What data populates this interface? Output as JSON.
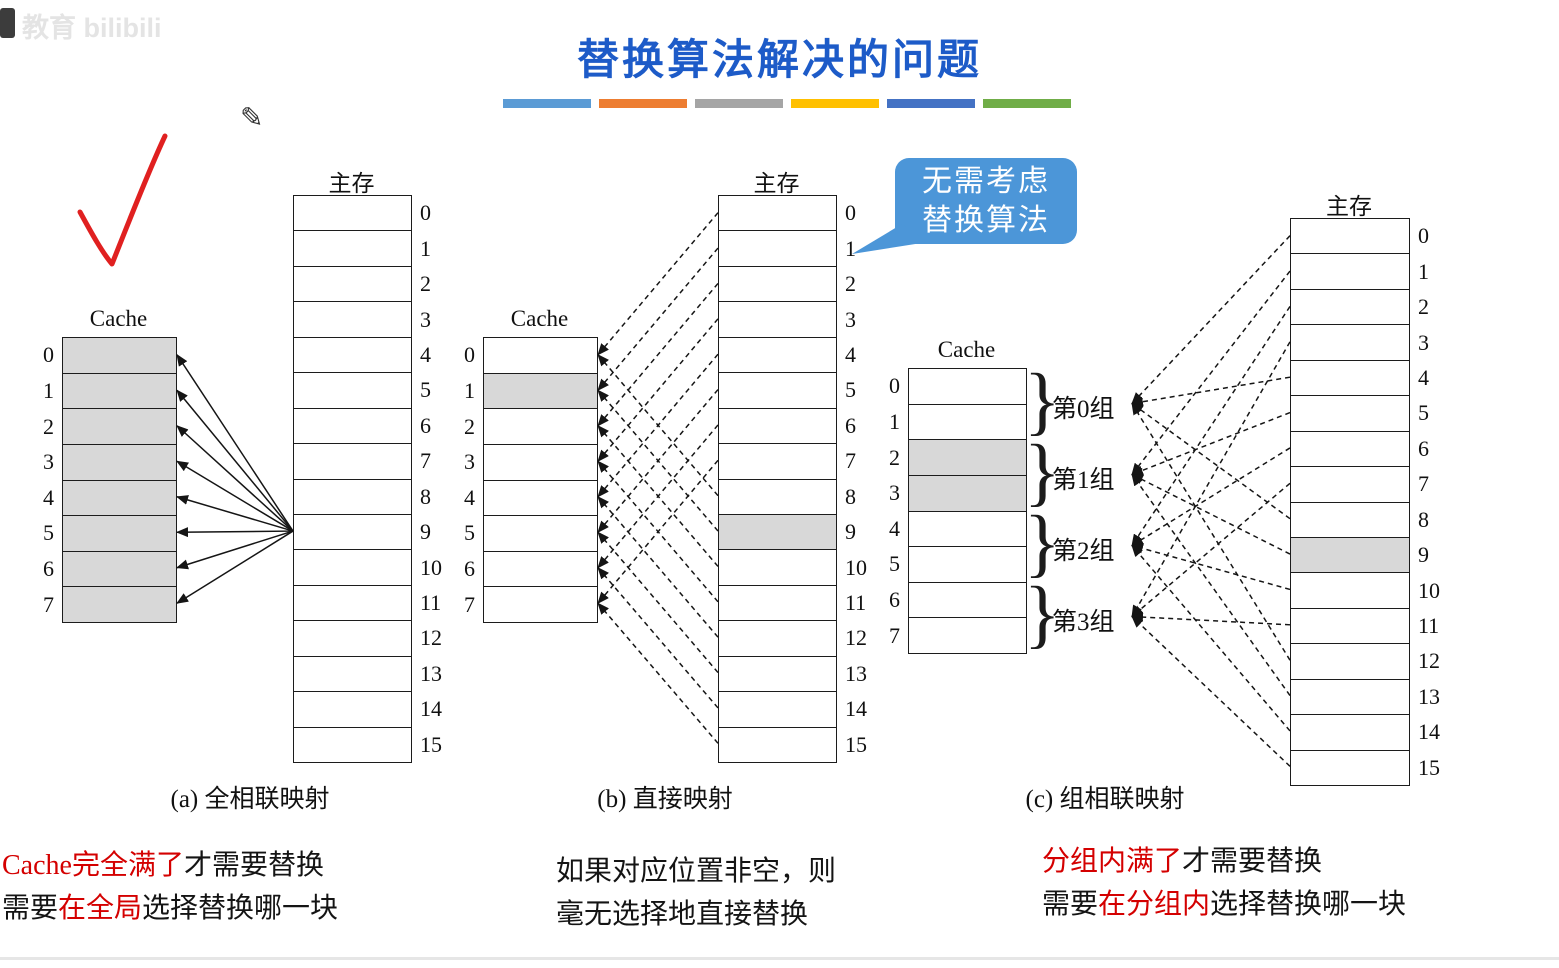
{
  "title": "替换算法解决的问题",
  "watermark": {
    "text": "教育 bilibili"
  },
  "accent_bars": [
    "#5B9BD5",
    "#ED7D31",
    "#A5A5A5",
    "#FFC000",
    "#4472C4",
    "#70AD47"
  ],
  "callout": {
    "line1": "无需考虑",
    "line2": "替换算法"
  },
  "colors": {
    "title": "#1D5BC8",
    "red": "#D40000",
    "callout_bg": "#4C96D8"
  },
  "diagrams": {
    "a": {
      "caption": "(a) 全相联映射",
      "cache": {
        "title": "Cache",
        "labels": [
          "0",
          "1",
          "2",
          "3",
          "4",
          "5",
          "6",
          "7"
        ],
        "shaded": [
          0,
          1,
          2,
          3,
          4,
          5,
          6,
          7
        ]
      },
      "memory": {
        "title": "主存",
        "labels": [
          "0",
          "1",
          "2",
          "3",
          "4",
          "5",
          "6",
          "7",
          "8",
          "9",
          "10",
          "11",
          "12",
          "13",
          "14",
          "15"
        ],
        "shaded": []
      },
      "mapping": {
        "type": "fully-associative",
        "source_block": 9,
        "arrows": "solid"
      }
    },
    "b": {
      "caption": "(b) 直接映射",
      "cache": {
        "title": "Cache",
        "labels": [
          "0",
          "1",
          "2",
          "3",
          "4",
          "5",
          "6",
          "7"
        ],
        "shaded": [
          1
        ]
      },
      "memory": {
        "title": "主存",
        "labels": [
          "0",
          "1",
          "2",
          "3",
          "4",
          "5",
          "6",
          "7",
          "8",
          "9",
          "10",
          "11",
          "12",
          "13",
          "14",
          "15"
        ],
        "shaded": [
          9
        ]
      },
      "mapping": {
        "type": "direct",
        "modulus": 8,
        "arrows": "dashed"
      }
    },
    "c": {
      "caption": "(c) 组相联映射",
      "cache": {
        "title": "Cache",
        "labels": [
          "0",
          "1",
          "2",
          "3",
          "4",
          "5",
          "6",
          "7"
        ],
        "shaded": [
          2,
          3
        ]
      },
      "memory": {
        "title": "主存",
        "labels": [
          "0",
          "1",
          "2",
          "3",
          "4",
          "5",
          "6",
          "7",
          "8",
          "9",
          "10",
          "11",
          "12",
          "13",
          "14",
          "15"
        ],
        "shaded": [
          9
        ]
      },
      "groups": [
        "第0组",
        "第1组",
        "第2组",
        "第3组"
      ],
      "mapping": {
        "type": "set-associative",
        "modulus": 4,
        "arrows": "dashed"
      }
    }
  },
  "notes": {
    "a": {
      "l1s1": "Cache完全满了",
      "l1s2": "才需要替换",
      "l2s1": "需要",
      "l2s2": "在全局",
      "l2s3": "选择替换哪一块"
    },
    "b": {
      "l1": "如果对应位置非空，则",
      "l2": "毫无选择地直接替换"
    },
    "c": {
      "l1s1": "分组内满了",
      "l1s2": "才需要替换",
      "l2s1": "需要",
      "l2s2": "在分组内",
      "l2s3": "选择替换哪一块"
    }
  }
}
